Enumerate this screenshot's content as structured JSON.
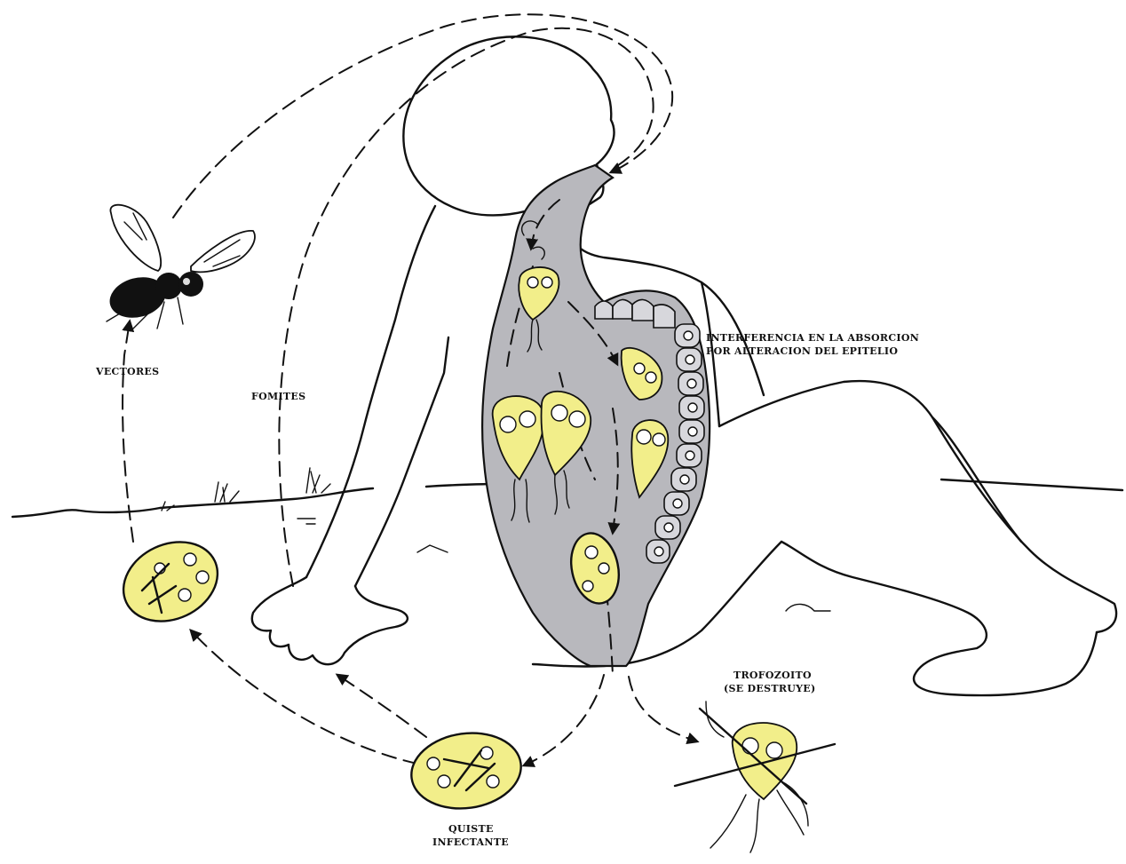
{
  "labels": {
    "vectores": "VECTORES",
    "fomites": "FOMITES",
    "interferencia_line1": "INTERFERENCIA EN LA ABSORCION",
    "interferencia_line2": "POR ALTERACION DEL EPITELIO",
    "trofozoito_line1": "TROFOZOITO",
    "trofozoito_line2": "(SE DESTRUYE)",
    "quiste_line1": "QUISTE",
    "quiste_line2": "INFECTANTE"
  },
  "colors": {
    "cyst_fill": "#f2ee8a",
    "gut_fill": "#b8b8bd",
    "outline": "#111111"
  },
  "icons": [
    "fly-icon",
    "cyst-icon",
    "trophozoite-icon",
    "human-figure-icon"
  ]
}
